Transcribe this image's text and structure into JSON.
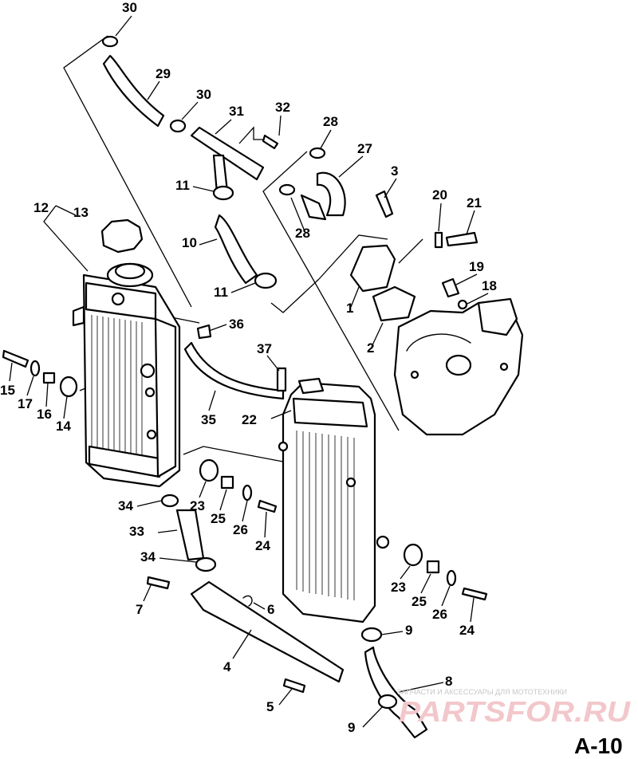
{
  "labels": {
    "l30a": "30",
    "l29": "29",
    "l30b": "30",
    "l31": "31",
    "l32": "32",
    "l28a": "28",
    "l27": "27",
    "l3": "3",
    "l20": "20",
    "l21": "21",
    "l11a": "11",
    "l28b": "28",
    "l12": "12",
    "l13": "13",
    "l10": "10",
    "l19": "19",
    "l18": "18",
    "l11b": "11",
    "l1": "1",
    "l2": "2",
    "l36": "36",
    "l37": "37",
    "l15": "15",
    "l17": "17",
    "l16": "16",
    "l14": "14",
    "l35": "35",
    "l22": "22",
    "l34a": "34",
    "l23a": "23",
    "l25a": "25",
    "l26a": "26",
    "l24a": "24",
    "l33": "33",
    "l34b": "34",
    "l7": "7",
    "l6": "6",
    "l23b": "23",
    "l25b": "25",
    "l26b": "26",
    "l24b": "24",
    "l9a": "9",
    "l4": "4",
    "l8": "8",
    "l5": "5",
    "l9b": "9"
  },
  "watermark": {
    "caption": "ЗАПЧАСТИ И АКСЕССУАРЫ ДЛЯ МОТОТЕХНИКИ",
    "brand": "PARTSFOR.RU"
  },
  "page_ref": "A-10"
}
